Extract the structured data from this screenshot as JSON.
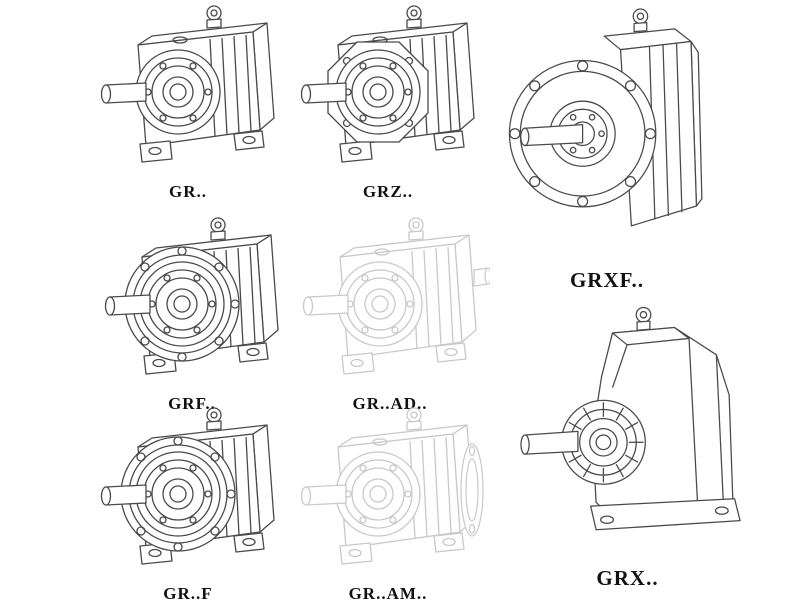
{
  "page": {
    "background": "#ffffff"
  },
  "colors": {
    "line": "#4a4a4a",
    "faded_line": "#c9c9c9",
    "label": "#111111"
  },
  "figures": [
    {
      "model": "GR..",
      "style": "solid"
    },
    {
      "model": "GRZ..",
      "style": "solid"
    },
    {
      "model": "GRXF..",
      "style": "solid"
    },
    {
      "model": "GRF..",
      "style": "solid"
    },
    {
      "model": "GR..AD..",
      "style": "faded"
    },
    {
      "model": "GR..F",
      "style": "solid"
    },
    {
      "model": "GR..AM..",
      "style": "faded"
    },
    {
      "model": "GRX..",
      "style": "solid"
    }
  ]
}
